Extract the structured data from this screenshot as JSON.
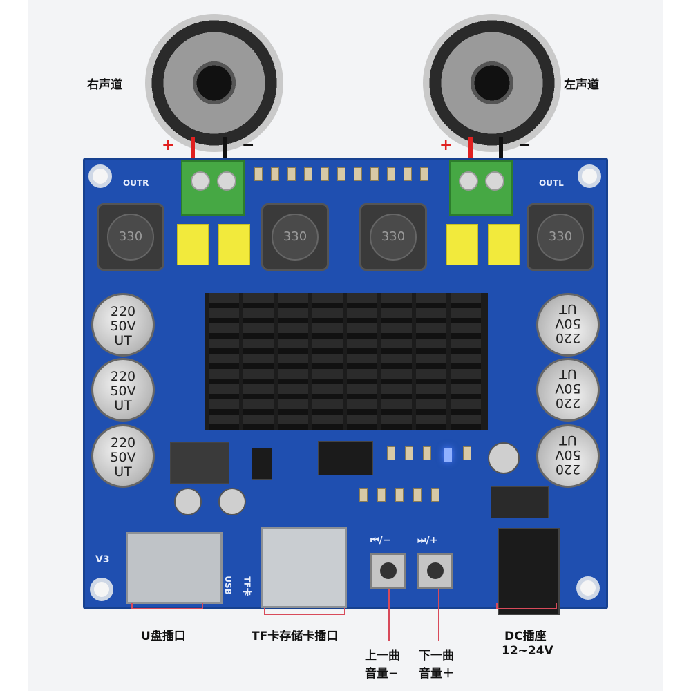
{
  "speakers": {
    "right_label": "右声道",
    "left_label": "左声道",
    "plus": "+",
    "minus": "−"
  },
  "board": {
    "outr": "OUTR",
    "outl": "OUTL",
    "version": "V3",
    "usb_silk": "USB",
    "tf_silk": "TF卡",
    "prev_silk": "⏮/−",
    "next_silk": "⏭/+",
    "inductor_text": "330",
    "cap_lines": [
      "220",
      "50V",
      "UT"
    ]
  },
  "callouts": {
    "usb": "U盘插口",
    "tf": "TF卡存储卡插口",
    "prev_line1": "上一曲",
    "prev_line2": "音量−",
    "next_line1": "下一曲",
    "next_line2": "音量＋",
    "dc_line1": "DC插座",
    "dc_line2": "12~24V"
  },
  "colors": {
    "board": "#1f4fb0",
    "terminal": "#46a844",
    "plus": "#e02020",
    "callout_line": "#d84a5a"
  }
}
